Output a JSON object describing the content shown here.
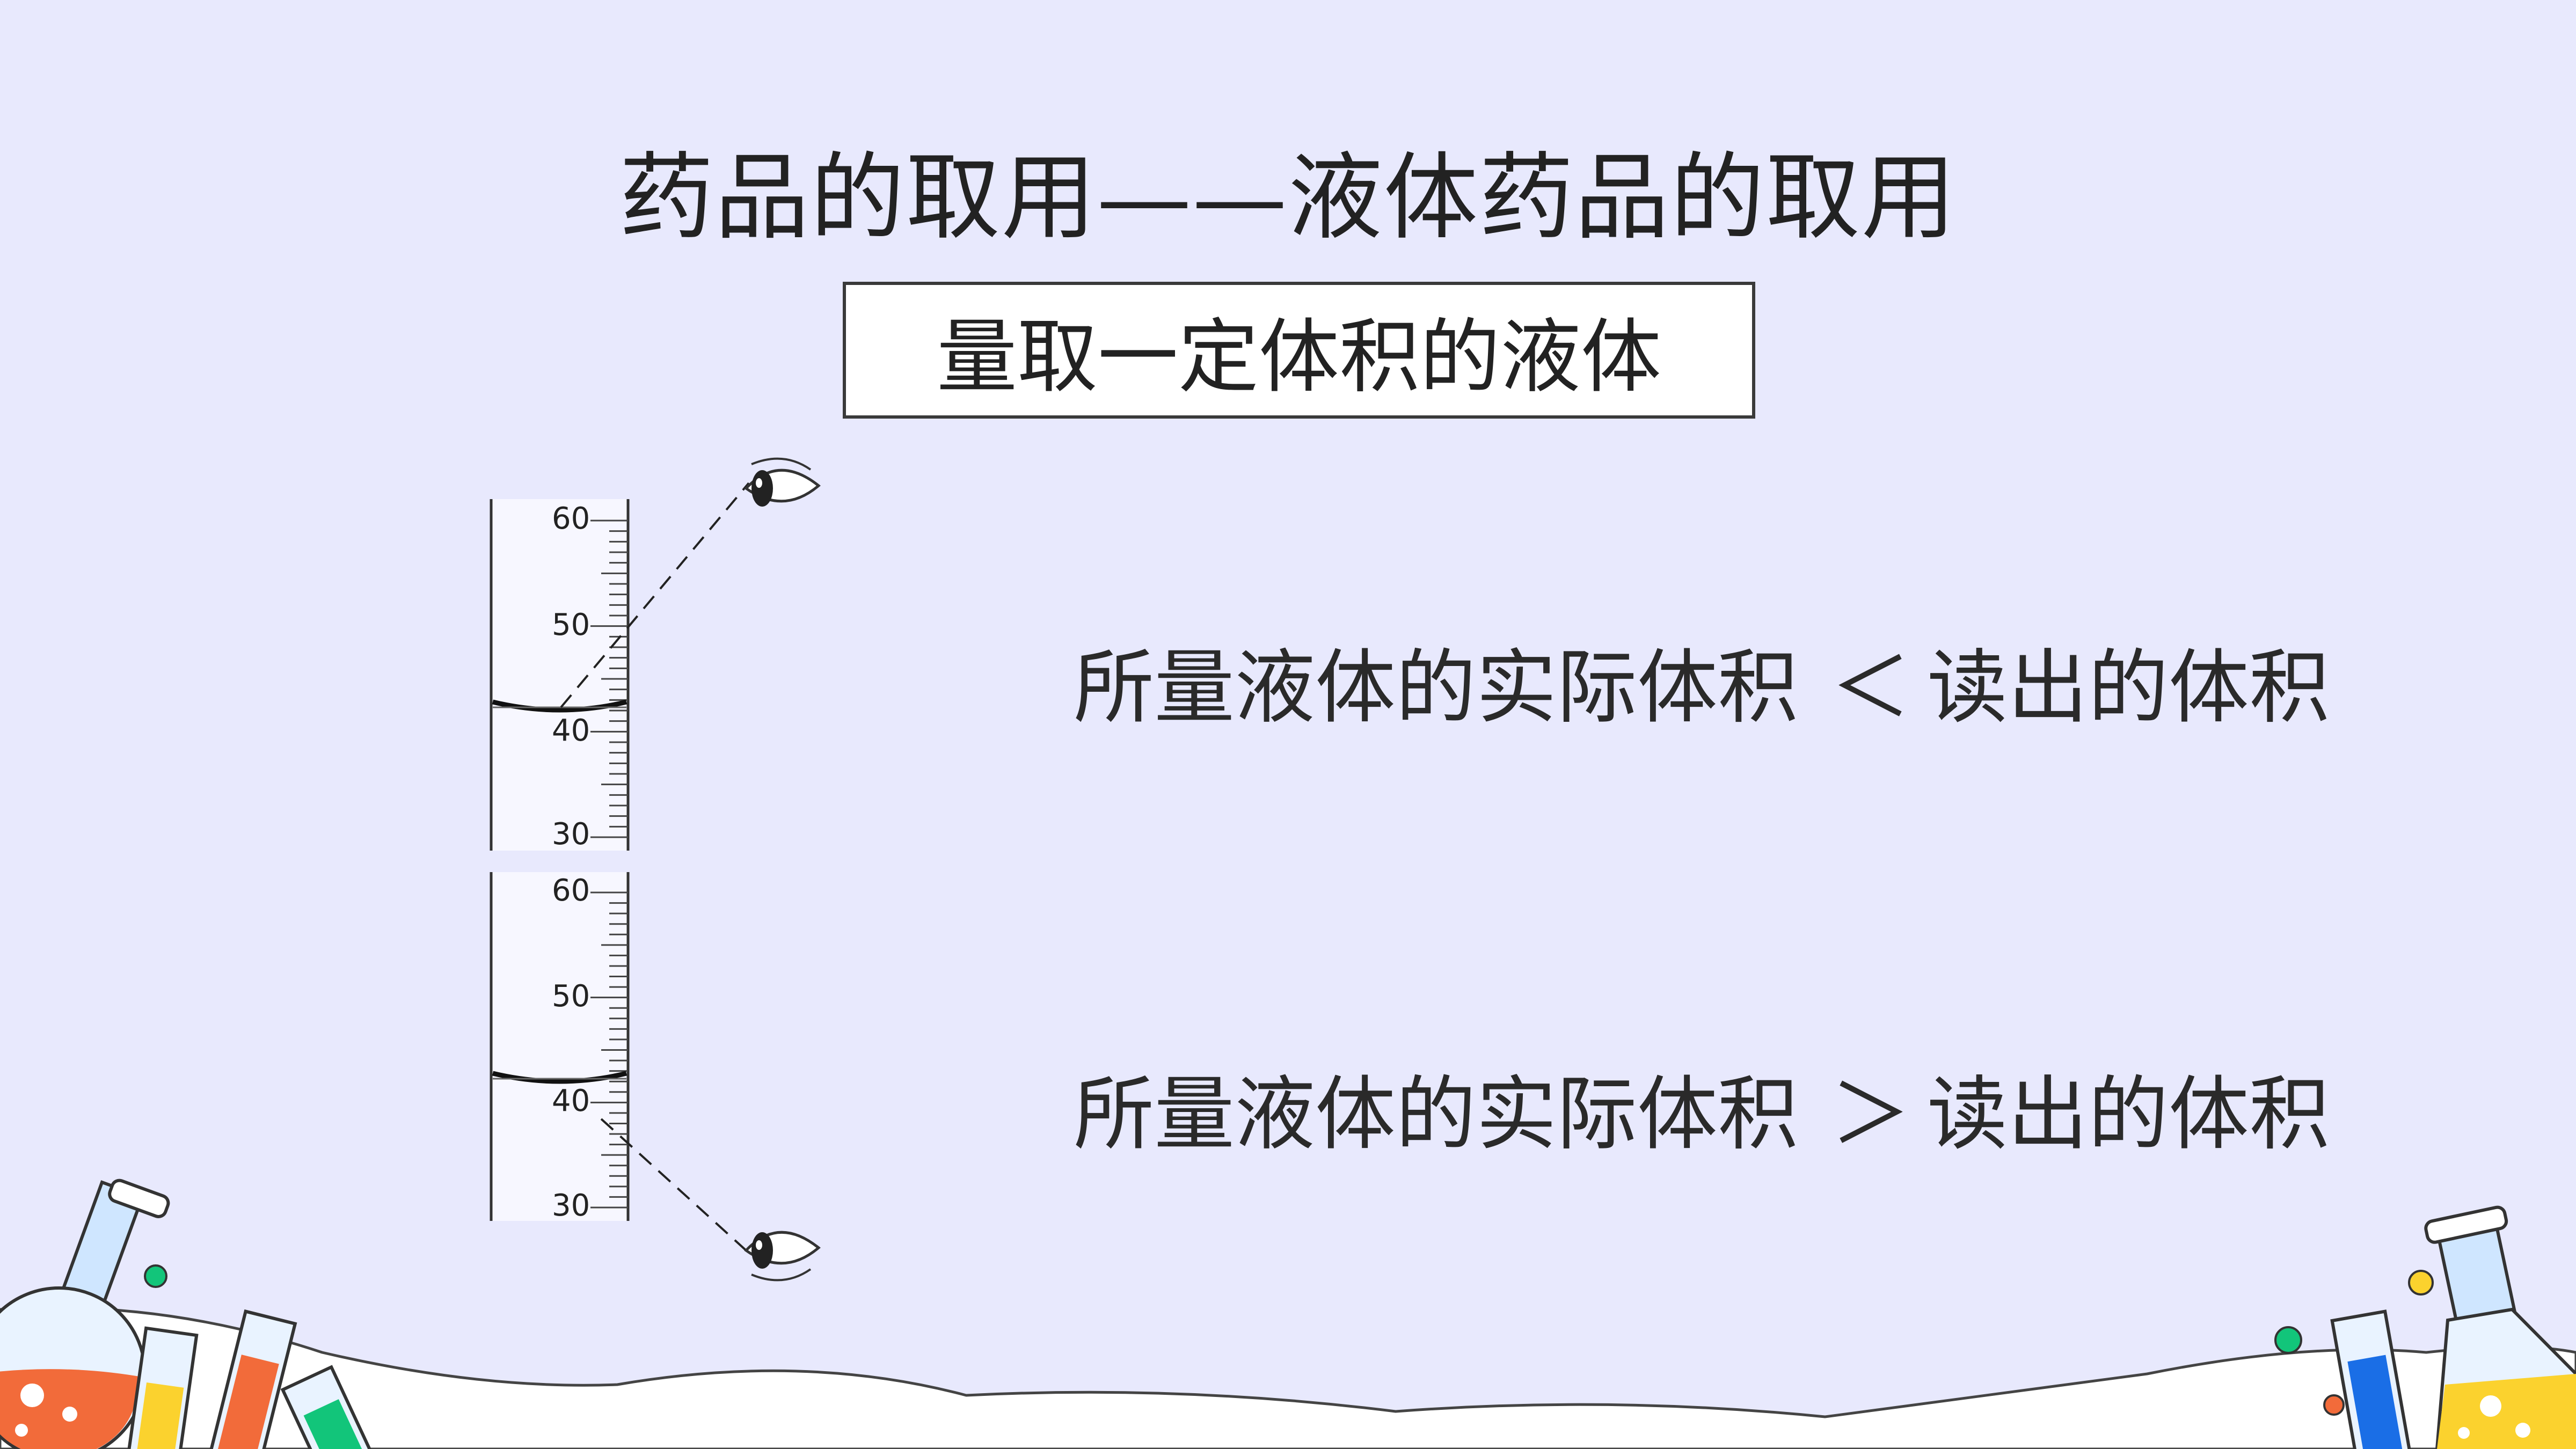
{
  "slide": {
    "title": "药品的取用——液体药品的取用",
    "subtitle": "量取一定体积的液体",
    "comparisons": [
      {
        "left": "所量液体的实际体积",
        "op": "＜",
        "right": "读出的体积"
      },
      {
        "left": "所量液体的实际体积",
        "op": "＞",
        "right": "读出的体积"
      }
    ],
    "cylinder_ticks": [
      "60",
      "50",
      "40",
      "30"
    ]
  },
  "colors": {
    "background": "#e8e9fd",
    "text": "#222222",
    "tube_red": "#f26b3a",
    "tube_yellow": "#fbd22e",
    "tube_green": "#12c57a",
    "tube_blue": "#1a6ee6"
  }
}
